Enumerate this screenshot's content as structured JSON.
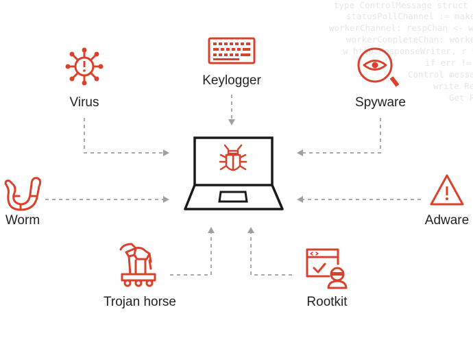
{
  "background_code": [
    "type ControlMessage struct {",
    "statusPollChannel := make(",
    "workerChannel: respChan <- w",
    "workerCompleteChan: worker",
    "w http.ResponseWriter, r *http.",
    "if err != nil",
    "Control message",
    "write Re",
    "Get R"
  ],
  "center": {
    "label": "laptop-with-bug"
  },
  "nodes": {
    "virus": {
      "label": "Virus",
      "icon": "virus-icon"
    },
    "keylogger": {
      "label": "Keylogger",
      "icon": "keyboard-icon"
    },
    "spyware": {
      "label": "Spyware",
      "icon": "eye-magnifier-icon"
    },
    "worm": {
      "label": "Worm",
      "icon": "worm-icon"
    },
    "adware": {
      "label": "Adware",
      "icon": "warning-icon"
    },
    "trojan": {
      "label": "Trojan horse",
      "icon": "trojan-horse-icon"
    },
    "rootkit": {
      "label": "Rootkit",
      "icon": "rootkit-icon"
    }
  },
  "colors": {
    "accent": "#d9412c",
    "connector": "#a9a9a9",
    "text": "#222222"
  }
}
